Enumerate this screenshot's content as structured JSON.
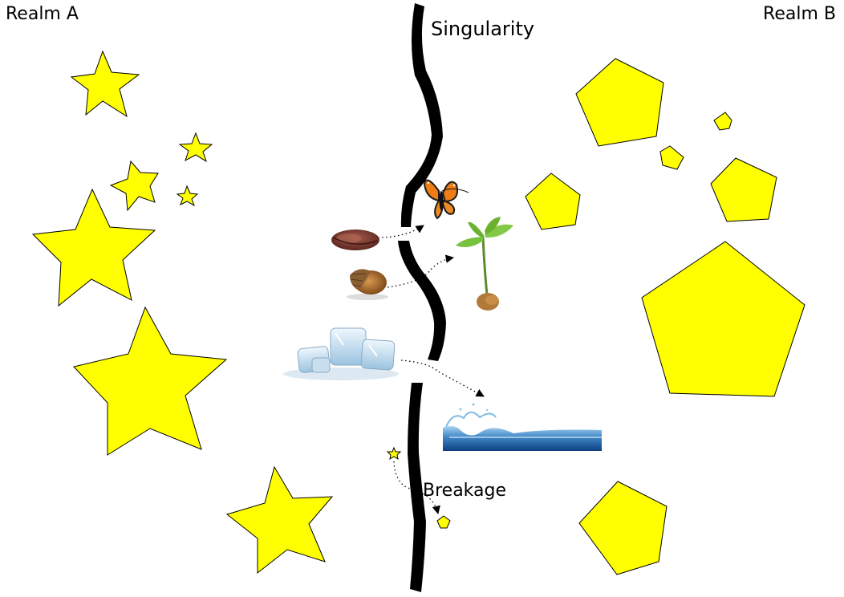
{
  "labels": {
    "realm_a": "Realm A",
    "realm_b": "Realm B",
    "singularity": "Singularity",
    "breakage": "Breakage"
  },
  "colors": {
    "shape_fill": "#ffff00",
    "shape_stroke": "#000000",
    "wall": "#000000",
    "arrow": "#000000"
  },
  "realm_a_shape": "star",
  "realm_b_shape": "pentagon",
  "transformations": [
    {
      "from": "cocoa-bean-image",
      "to": "butterfly-image"
    },
    {
      "from": "acorn-image",
      "to": "oak-seedling-image"
    },
    {
      "from": "ice-cubes-image",
      "to": "water-wave-image"
    },
    {
      "from": "small-star",
      "to": "small-pentagon"
    }
  ]
}
